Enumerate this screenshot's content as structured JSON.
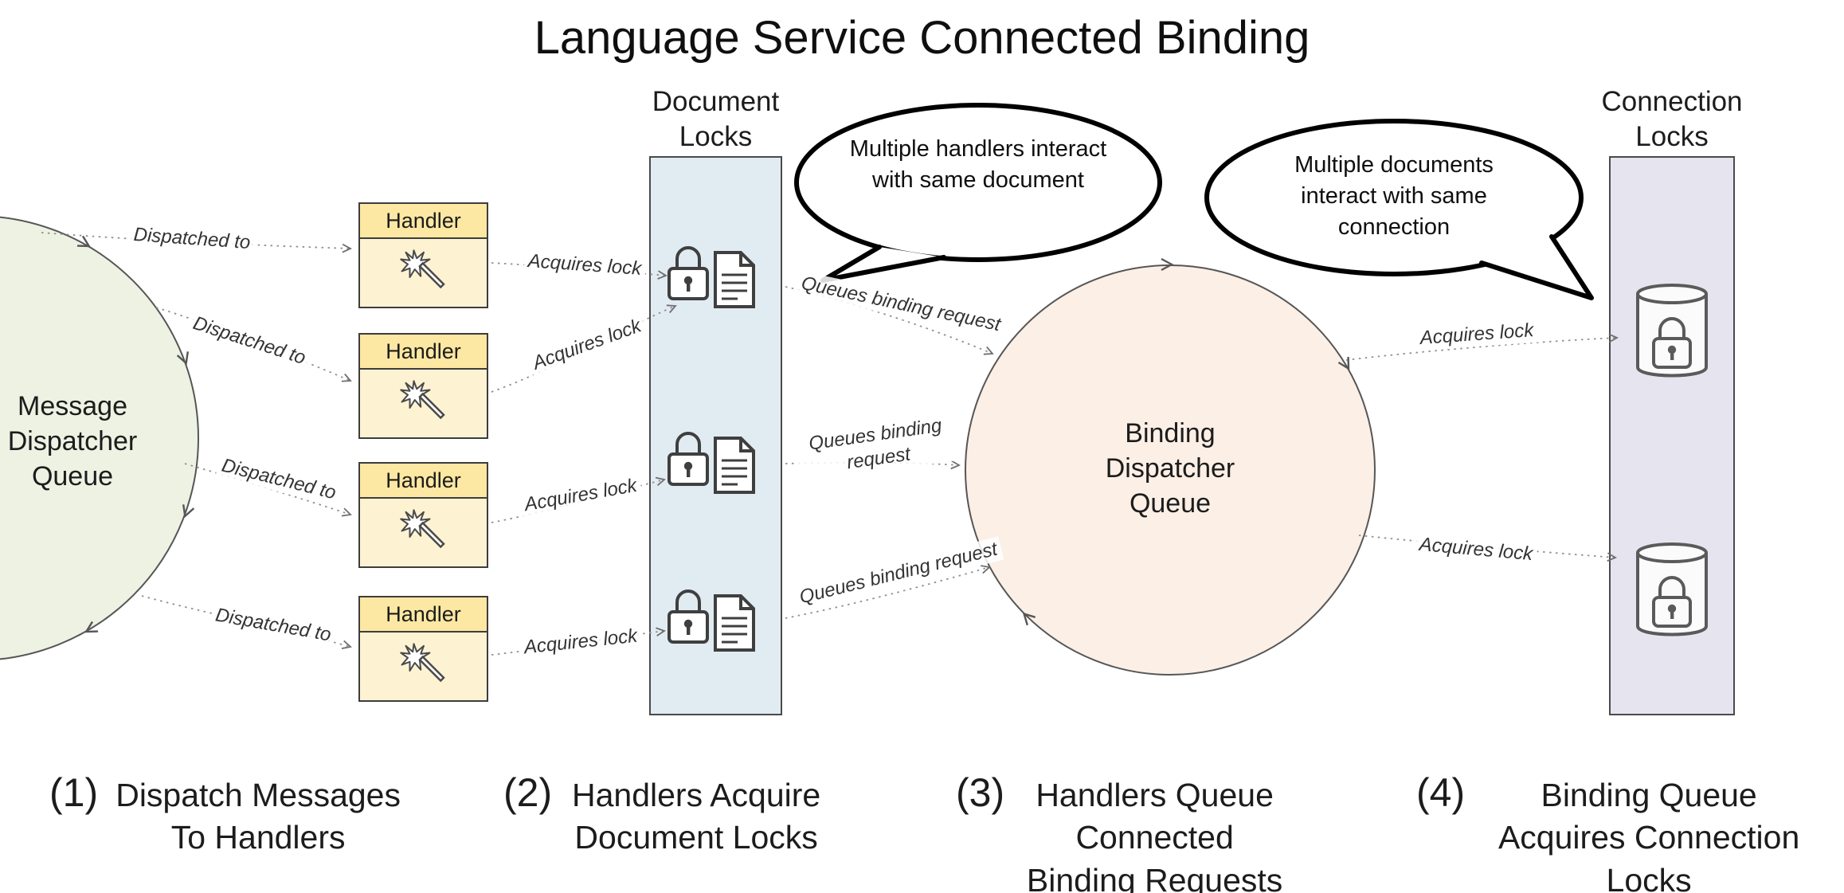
{
  "title": "Language Service Connected Binding",
  "message_queue": {
    "label": "Message Dispatcher Queue"
  },
  "handlers": {
    "label": "Handler"
  },
  "document_locks": {
    "label": "Document Locks"
  },
  "connection_locks": {
    "label": "Connection Locks"
  },
  "binding_queue": {
    "label": "Binding Dispatcher Queue"
  },
  "bubbles": [
    {
      "text": "Multiple handlers interact with same document"
    },
    {
      "text": "Multiple documents interact with same connection"
    }
  ],
  "edges": {
    "dispatched_to": "Dispatched to",
    "acquires_lock": "Acquires lock",
    "queues_binding_request": "Queues binding request"
  },
  "captions": [
    {
      "num": "(1)",
      "text": "Dispatch Messages To Handlers"
    },
    {
      "num": "(2)",
      "text": "Handlers Acquire Document Locks"
    },
    {
      "num": "(3)",
      "text": "Handlers Queue Connected Binding Requests"
    },
    {
      "num": "(4)",
      "text": "Binding Queue Acquires Connection Locks"
    }
  ],
  "colors": {
    "message_queue_fill": "#edf2e3",
    "binding_queue_fill": "#fcefe6",
    "document_locks_fill": "#e1ecf2",
    "connection_locks_fill": "#e6e4ee",
    "handler_header_fill": "#fce8a2",
    "handler_body_fill": "#fdf3d3",
    "outline": "#4a4a4a"
  }
}
